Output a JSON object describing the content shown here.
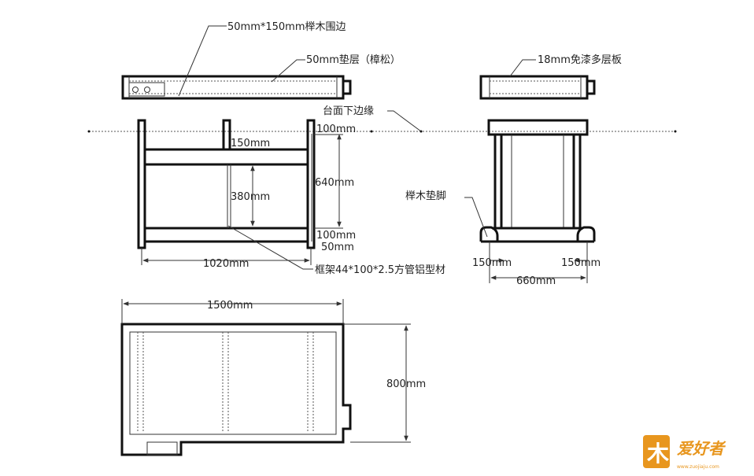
{
  "labels": {
    "rim": "50mm*150mm榉木围边",
    "pad_layer": "50mm垫层（樟松）",
    "board": "18mm免漆多层板",
    "table_edge": "台面下边缘",
    "dim_100_top": "100mm",
    "dim_150": "150mm",
    "dim_380": "380mm",
    "dim_640": "640mm",
    "dim_100_bottom": "100mm",
    "dim_50": "50mm",
    "dim_1020": "1020mm",
    "frame": "框架44*100*2.5方管铝型材",
    "foot_pad": "榉木垫脚",
    "dim_150_left": "150mm",
    "dim_150_right": "150mm",
    "dim_660": "660mm",
    "dim_1500": "1500mm",
    "dim_800": "800mm"
  },
  "watermark": {
    "text": "爱好者",
    "url": "www.zuojiaju.com"
  },
  "colors": {
    "line": "#111111",
    "watermark": "#e8961e"
  }
}
